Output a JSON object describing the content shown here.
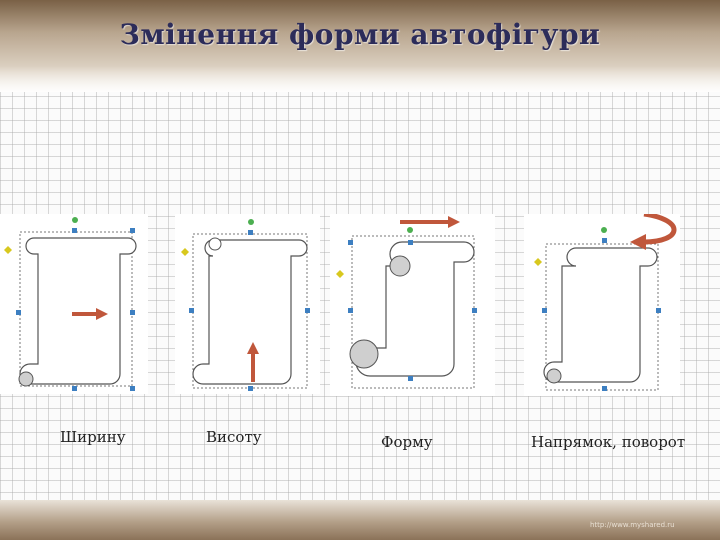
{
  "slide": {
    "title": "Змінення форми автофігури",
    "watermark": "http://www.myshared.ru"
  },
  "panels": [
    {
      "caption": "Ширину"
    },
    {
      "caption": "Висоту"
    },
    {
      "caption": "Форму"
    },
    {
      "caption": "Напрямок, поворот"
    }
  ],
  "colors": {
    "arrow": "#c0573b",
    "handle_blue": "#3d7fc1",
    "handle_green": "#4caf50",
    "handle_yellow": "#d8c81e",
    "title": "#2c2c5a"
  }
}
